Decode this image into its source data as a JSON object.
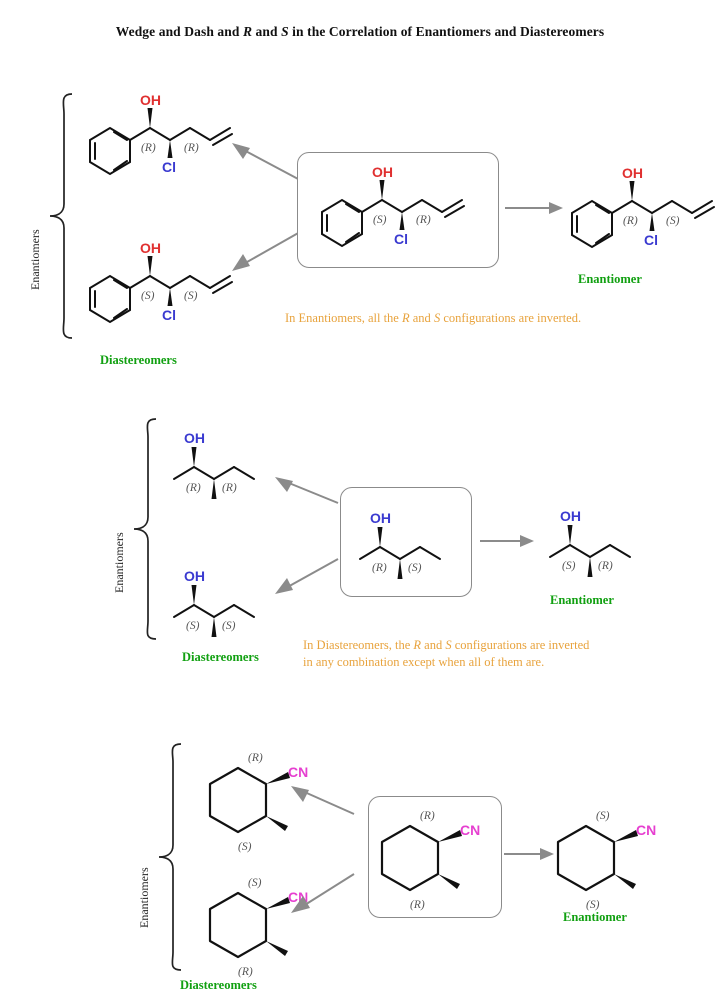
{
  "title": {
    "pre": "Wedge and Dash and ",
    "r": "R",
    "mid": " and ",
    "s": "S",
    "post": " in the Correlation of Enantiomers and Diastereomers",
    "full": "Wedge and Dash and R and S in the Correlation of Enantiomers and Diastereomers"
  },
  "labels": {
    "enantiomers_vertical": "Enantiomers",
    "diastereomers": "Diastereomers",
    "enantiomer": "Enantiomer"
  },
  "colors": {
    "oh_red": "#e03030",
    "oh_blue": "#3a3ad0",
    "cl_blue": "#3a3ad0",
    "cn_magenta": "#e63fd0",
    "green_label": "#11a011",
    "orange_caption": "#e8a33d",
    "bond_black": "#111111",
    "arrow_gray": "#8b8b8b",
    "box_border": "#8b8b8b",
    "stereo_gray": "#555555"
  },
  "panels": [
    {
      "id": "panel-1",
      "scaffold": "1-phenyl-2-chloro-4-pentene-1-ol",
      "atom_labels": {
        "oh": "OH",
        "cl": "Cl"
      },
      "vertical_label": "Enantiomers",
      "bracket_label": "Diastereomers",
      "caption": {
        "line1_pre": "In Enantiomers, all the ",
        "line1_r": "R",
        "line1_mid": " and ",
        "line1_s": "S",
        "line1_post": " configurations are inverted.",
        "full": "In Enantiomers, all the R and S configurations are inverted."
      },
      "molecules": [
        {
          "position": "top-left",
          "descriptors": [
            "(R)",
            "(R)"
          ],
          "oh_style": "wedge",
          "cl_style": "wedge"
        },
        {
          "position": "bottom-left",
          "descriptors": [
            "(S)",
            "(S)"
          ],
          "oh_style": "wedge",
          "cl_style": "wedge"
        },
        {
          "position": "center-box",
          "descriptors": [
            "(S)",
            "(R)"
          ],
          "oh_style": "wedge",
          "cl_style": "wedge",
          "boxed": true
        },
        {
          "position": "right",
          "descriptors": [
            "(R)",
            "(S)"
          ],
          "oh_style": "wedge",
          "cl_style": "wedge",
          "label": "Enantiomer"
        }
      ]
    },
    {
      "id": "panel-2",
      "scaffold": "3-methyl-2-pentanol",
      "atom_labels": {
        "oh": "OH"
      },
      "vertical_label": "Enantiomers",
      "bracket_label": "Diastereomers",
      "caption": {
        "line1_pre": "In Diastereomers, the ",
        "line1_r": "R",
        "line1_mid": " and ",
        "line1_s": "S",
        "line1_post": " configurations are inverted",
        "line2": "in any combination except when all of them are.",
        "full": "In Diastereomers, the R and S configurations are inverted in any combination except when all of them are."
      },
      "molecules": [
        {
          "position": "top-left",
          "descriptors": [
            "(R)",
            "(R)"
          ],
          "oh_style": "wedge",
          "me_style": "wedge"
        },
        {
          "position": "bottom-left",
          "descriptors": [
            "(S)",
            "(S)"
          ],
          "oh_style": "wedge",
          "me_style": "wedge"
        },
        {
          "position": "center-box",
          "descriptors": [
            "(R)",
            "(S)"
          ],
          "oh_style": "wedge",
          "me_style": "wedge",
          "boxed": true
        },
        {
          "position": "right",
          "descriptors": [
            "(S)",
            "(R)"
          ],
          "oh_style": "wedge",
          "me_style": "wedge",
          "label": "Enantiomer"
        }
      ]
    },
    {
      "id": "panel-3",
      "scaffold": "2-methylcyclohexane-1-carbonitrile",
      "atom_labels": {
        "cn": "CN"
      },
      "vertical_label": "Enantiomers",
      "bracket_label": "Diastereomers",
      "caption": null,
      "molecules": [
        {
          "position": "top-left",
          "descriptors": [
            "(R)",
            "(S)"
          ],
          "cn_style": "wedge",
          "me_style": "wedge"
        },
        {
          "position": "bottom-left",
          "descriptors": [
            "(S)",
            "(R)"
          ],
          "cn_style": "wedge",
          "me_style": "wedge"
        },
        {
          "position": "center-box",
          "descriptors": [
            "(R)",
            "(R)"
          ],
          "cn_style": "wedge",
          "me_style": "wedge",
          "boxed": true
        },
        {
          "position": "right",
          "descriptors": [
            "(S)",
            "(S)"
          ],
          "cn_style": "wedge",
          "me_style": "wedge",
          "label": "Enantiomer"
        }
      ]
    }
  ]
}
